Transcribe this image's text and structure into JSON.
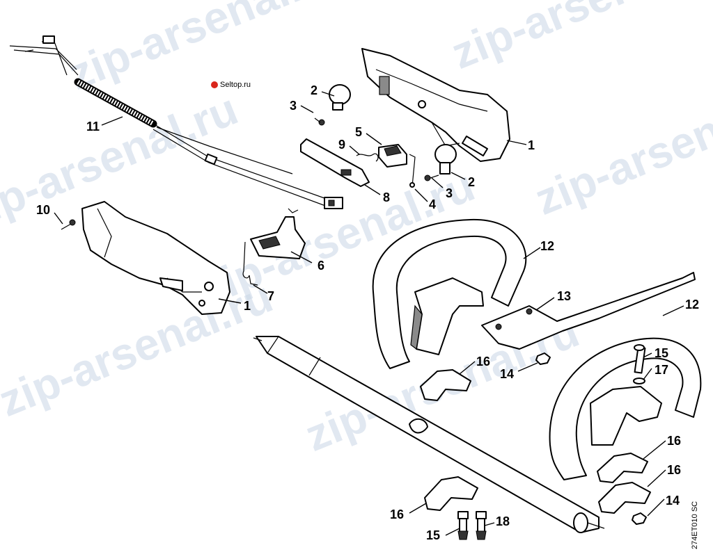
{
  "logo_text": "Seltop.ru",
  "watermark": "zip-arsenal.ru",
  "ref_code": "274ET010 SC",
  "callouts": [
    {
      "id": "label-1-top",
      "text": "1"
    },
    {
      "id": "label-1-bottom",
      "text": "1"
    },
    {
      "id": "label-2-left",
      "text": "2"
    },
    {
      "id": "label-2-right",
      "text": "2"
    },
    {
      "id": "label-3-left",
      "text": "3"
    },
    {
      "id": "label-3-right",
      "text": "3"
    },
    {
      "id": "label-4",
      "text": "4"
    },
    {
      "id": "label-5",
      "text": "5"
    },
    {
      "id": "label-6",
      "text": "6"
    },
    {
      "id": "label-7",
      "text": "7"
    },
    {
      "id": "label-8",
      "text": "8"
    },
    {
      "id": "label-9",
      "text": "9"
    },
    {
      "id": "label-10",
      "text": "10"
    },
    {
      "id": "label-11",
      "text": "11"
    },
    {
      "id": "label-12-top",
      "text": "12"
    },
    {
      "id": "label-12-right",
      "text": "12"
    },
    {
      "id": "label-13",
      "text": "13"
    },
    {
      "id": "label-14-mid",
      "text": "14"
    },
    {
      "id": "label-14-bottom",
      "text": "14"
    },
    {
      "id": "label-15-right",
      "text": "15"
    },
    {
      "id": "label-15-bottom",
      "text": "15"
    },
    {
      "id": "label-16-mid",
      "text": "16"
    },
    {
      "id": "label-16-right-a",
      "text": "16"
    },
    {
      "id": "label-16-right-b",
      "text": "16"
    },
    {
      "id": "label-16-bottom",
      "text": "16"
    },
    {
      "id": "label-17",
      "text": "17"
    },
    {
      "id": "label-18",
      "text": "18"
    }
  ]
}
